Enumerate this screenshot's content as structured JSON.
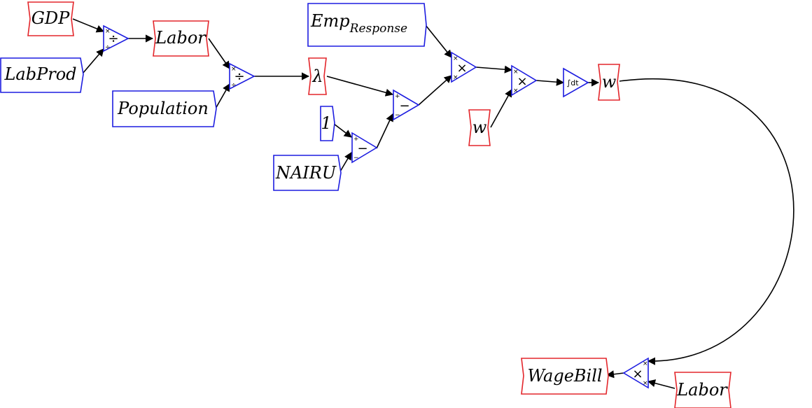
{
  "diagram": {
    "variables": {
      "gdp": "GDP",
      "labprod": "LabProd",
      "labor": "Labor",
      "population": "Population",
      "emp_response_base": "Emp",
      "emp_response_sub": "Response",
      "lambda": "λ",
      "one": "1",
      "nairu": "NAIRU",
      "w_input": "w",
      "w_output": "w",
      "wagebill": "WageBill",
      "labor_2": "Labor"
    },
    "operators": {
      "divide_symbol": "÷",
      "multiply_symbol": "×",
      "subtract_symbol": "−",
      "integrate_label": "∫dt",
      "port_times": "×",
      "port_divide": "÷",
      "port_plus": "+",
      "port_minus": "−"
    },
    "colors": {
      "flow_variable": "#e3262b",
      "stock_parameter": "#1d1de0",
      "wire": "#000000"
    }
  }
}
